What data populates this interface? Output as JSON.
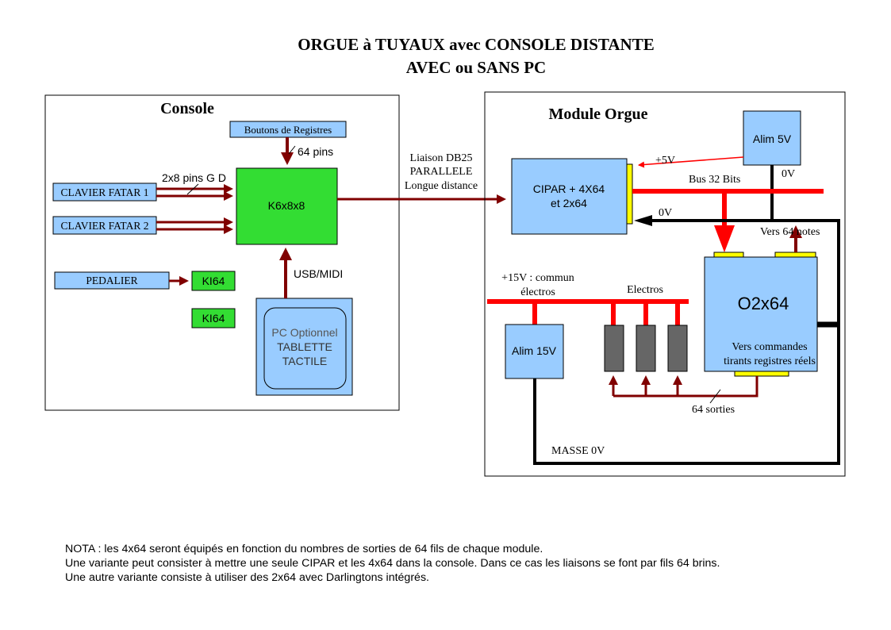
{
  "title": {
    "line1": "ORGUE à TUYAUX avec CONSOLE DISTANTE",
    "line2": "AVEC ou SANS PC"
  },
  "console": {
    "heading": "Console",
    "boutons_registres": "Boutons de Registres",
    "pins_64": "64 pins",
    "pins_2x8": "2x8 pins G D",
    "clavier1": "CLAVIER FATAR 1",
    "clavier2": "CLAVIER FATAR 2",
    "pedalier": "PEDALIER",
    "ki64_a": "KI64",
    "ki64_b": "KI64",
    "k6x8x8": "K6x8x8",
    "usb_midi": "USB/MIDI",
    "pc_line1": "PC Optionnel",
    "pc_line2": "TABLETTE",
    "pc_line3": "TACTILE"
  },
  "link": {
    "line1": "Liaison DB25",
    "line2": "PARALLELE",
    "line3": "Longue distance"
  },
  "module": {
    "heading": "Module Orgue",
    "alim5v": "Alim 5V",
    "plus5v": "+5V",
    "zero_v_top": "0V",
    "zero_v_mid": "0V",
    "bus32": "Bus 32 Bits",
    "cipar_line1": "CIPAR + 4X64",
    "cipar_line2": "et 2x64",
    "vers64": "Vers 64 notes",
    "plus15_line1": "+15V : commun",
    "plus15_line2": "électros",
    "electros": "Electros",
    "o2x64": "O2x64",
    "vers_cmd_line1": "Vers commandes",
    "vers_cmd_line2": "tirants registres réels",
    "alim15v": "Alim 15V",
    "sorties64": "64 sorties",
    "masse": "MASSE 0V"
  },
  "nota": {
    "line1": "NOTA : les 4x64 seront équipés en fonction du nombres de sorties de 64 fils de chaque module.",
    "line2": "Une variante peut consister à mettre une seule CIPAR et les 4x64 dans la console. Dans ce cas les liaisons se font par fils 64 brins.",
    "line3": "Une autre variante consiste à utiliser des 2x64 avec Darlingtons intégrés."
  },
  "colors": {
    "red": "#ff0000",
    "dark_red": "#800000",
    "green": "#33dd33",
    "blue_box": "#99ccff",
    "yellow": "#ffff00",
    "electro_grey": "#666666"
  }
}
